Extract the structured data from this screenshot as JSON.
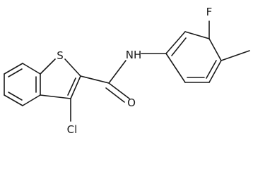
{
  "molecule": {
    "atoms": {
      "S": "S",
      "NH": "NH",
      "F": "F",
      "O": "O",
      "Cl": "Cl"
    }
  }
}
